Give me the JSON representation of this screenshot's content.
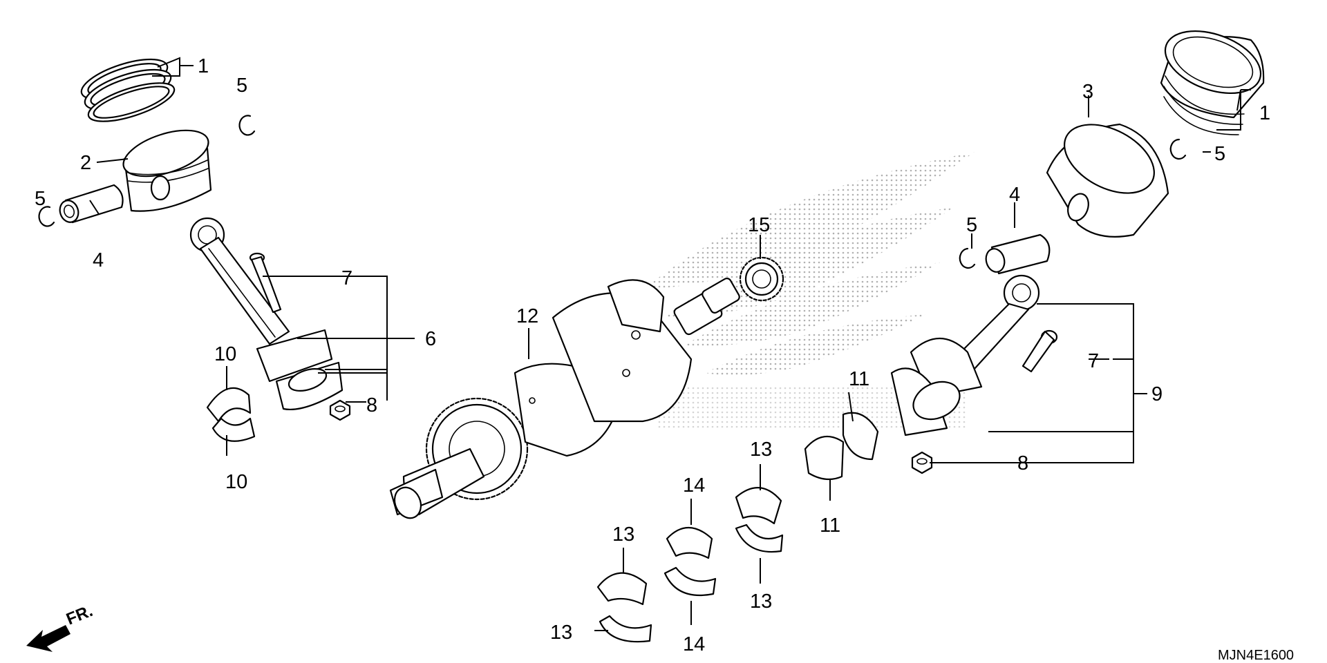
{
  "diagram": {
    "figure_code": "MJN4E1600",
    "direction_label": "FR.",
    "colors": {
      "line": "#000000",
      "background": "#ffffff",
      "watermark_dots": "#b8b8b8"
    },
    "callouts": {
      "c1a": "1",
      "c1b": "1",
      "c2": "2",
      "c3": "3",
      "c4a": "4",
      "c4b": "4",
      "c5a": "5",
      "c5b": "5",
      "c5c": "5",
      "c5d": "5",
      "c6": "6",
      "c7a": "7",
      "c7b": "7",
      "c8a": "8",
      "c8b": "8",
      "c9": "9",
      "c10a": "10",
      "c10b": "10",
      "c11a": "11",
      "c11b": "11",
      "c12": "12",
      "c13a": "13",
      "c13b": "13",
      "c13c": "13",
      "c13d": "13",
      "c14a": "14",
      "c14b": "14",
      "c15": "15"
    }
  }
}
